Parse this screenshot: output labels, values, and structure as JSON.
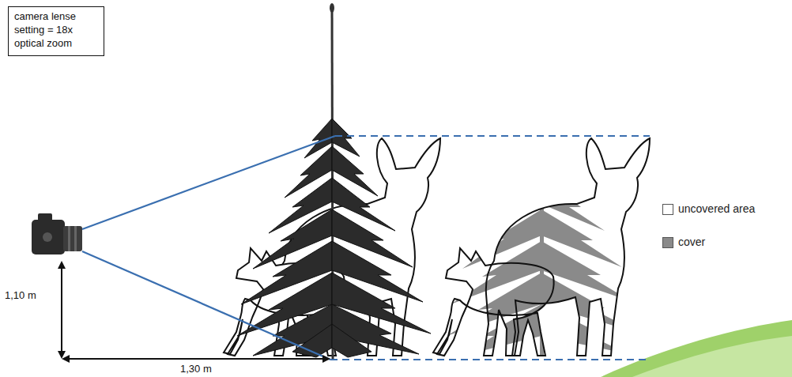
{
  "diagram": {
    "nodes": [
      {
        "text": [
          "camera lense setting = 18x optical zoom"
        ]
      }
    ],
    "labels": [
      "1,10 m",
      "1,30 m"
    ],
    "legend": [
      {
        "text": "uncovered area",
        "color": "#ffffff"
      },
      {
        "text": "cover",
        "color": "#8a8a8a"
      }
    ]
  }
}
